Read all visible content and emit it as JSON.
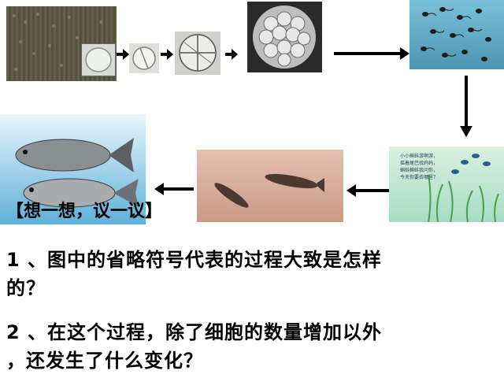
{
  "heading": "【想一想，议一议】",
  "questions": [
    {
      "line1": "1 、图中的省略符号代表的过程大致是怎样",
      "line2": "的？"
    },
    {
      "line1": "2 、在这个过程，除了细胞的数量增加以外",
      "line2": "，还发生了什么变化？"
    }
  ],
  "poem_lines": [
    "小小蝌蚪游啊游，",
    "摇着尾巴找妈妈，",
    "蝌蚪蝌蚪我问你，",
    "今天你要去哪里？"
  ],
  "stages": [
    "egg-mass",
    "egg-cell",
    "two-cell",
    "four-cell",
    "morula",
    "tadpoles",
    "tadpole-scene",
    "fish-fry",
    "adult-fish"
  ],
  "colors": {
    "arrow": "#000000",
    "water": "#3d8fc4",
    "text": "#000000"
  }
}
